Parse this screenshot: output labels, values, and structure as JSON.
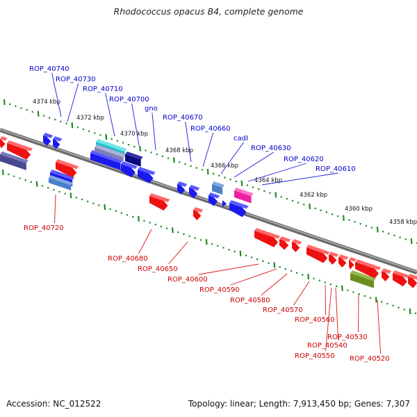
{
  "title": "Rhodococcus opacus B4, complete genome",
  "footer": {
    "accession": "Accession: NC_012522",
    "topology": "Topology: linear; Length: 7,913,450 bp; Genes: 7,307"
  },
  "colors": {
    "top_label": "#0000cc",
    "bottom_label": "#cc0000",
    "backbone": "#8a8a8a",
    "tick": "#228822",
    "forward_gene": "#1010ee",
    "reverse_gene": "#ee1010"
  },
  "scale_labels": [
    "4374 kbp",
    "4372 kbp",
    "4370 kbp",
    "4368 kbp",
    "4366 kbp",
    "4364 kbp",
    "4362 kbp",
    "4360 kbp",
    "4358 kbp"
  ],
  "top_genes": [
    "ROP_40740",
    "ROP_40730",
    "ROP_40710",
    "ROP_40700",
    "gno",
    "ROP_40670",
    "ROP_40660",
    "cadI",
    "ROP_40630",
    "ROP_40620",
    "ROP_40610"
  ],
  "bottom_genes": [
    "ROP_40720",
    "ROP_40680",
    "ROP_40650",
    "ROP_40600",
    "ROP_40590",
    "ROP_40580",
    "ROP_40570",
    "ROP_40560",
    "ROP_40540",
    "ROP_40550",
    "ROP_40530",
    "ROP_40520"
  ]
}
